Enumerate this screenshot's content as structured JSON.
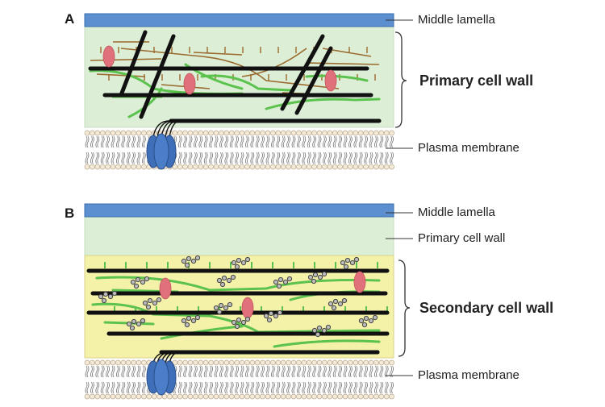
{
  "panels": [
    {
      "letter": "A",
      "labels": {
        "middle_lamella": "Middle lamella",
        "wall": "Primary cell wall",
        "membrane": "Plasma membrane"
      }
    },
    {
      "letter": "B",
      "labels": {
        "middle_lamella": "Middle lamella",
        "primary": "Primary cell wall",
        "wall": "Secondary cell wall",
        "membrane": "Plasma membrane"
      }
    }
  ],
  "colors": {
    "middle_lamella": "#5b8fd0",
    "primary_wall": "#dcefd6",
    "secondary_wall": "#f4f1a8",
    "cellulose": "#111111",
    "hemicellulose": "#5cc24e",
    "pectin": "#9a6a2e",
    "protein": "#e0707a",
    "lignin": "#666666",
    "cellulose_synthase": "#3f6fb8",
    "lipid_head": "#f5ead8"
  },
  "icons": [
    "cellulose-synthase-complex-icon",
    "lipid-bilayer-icon",
    "lignin-cluster-icon"
  ]
}
